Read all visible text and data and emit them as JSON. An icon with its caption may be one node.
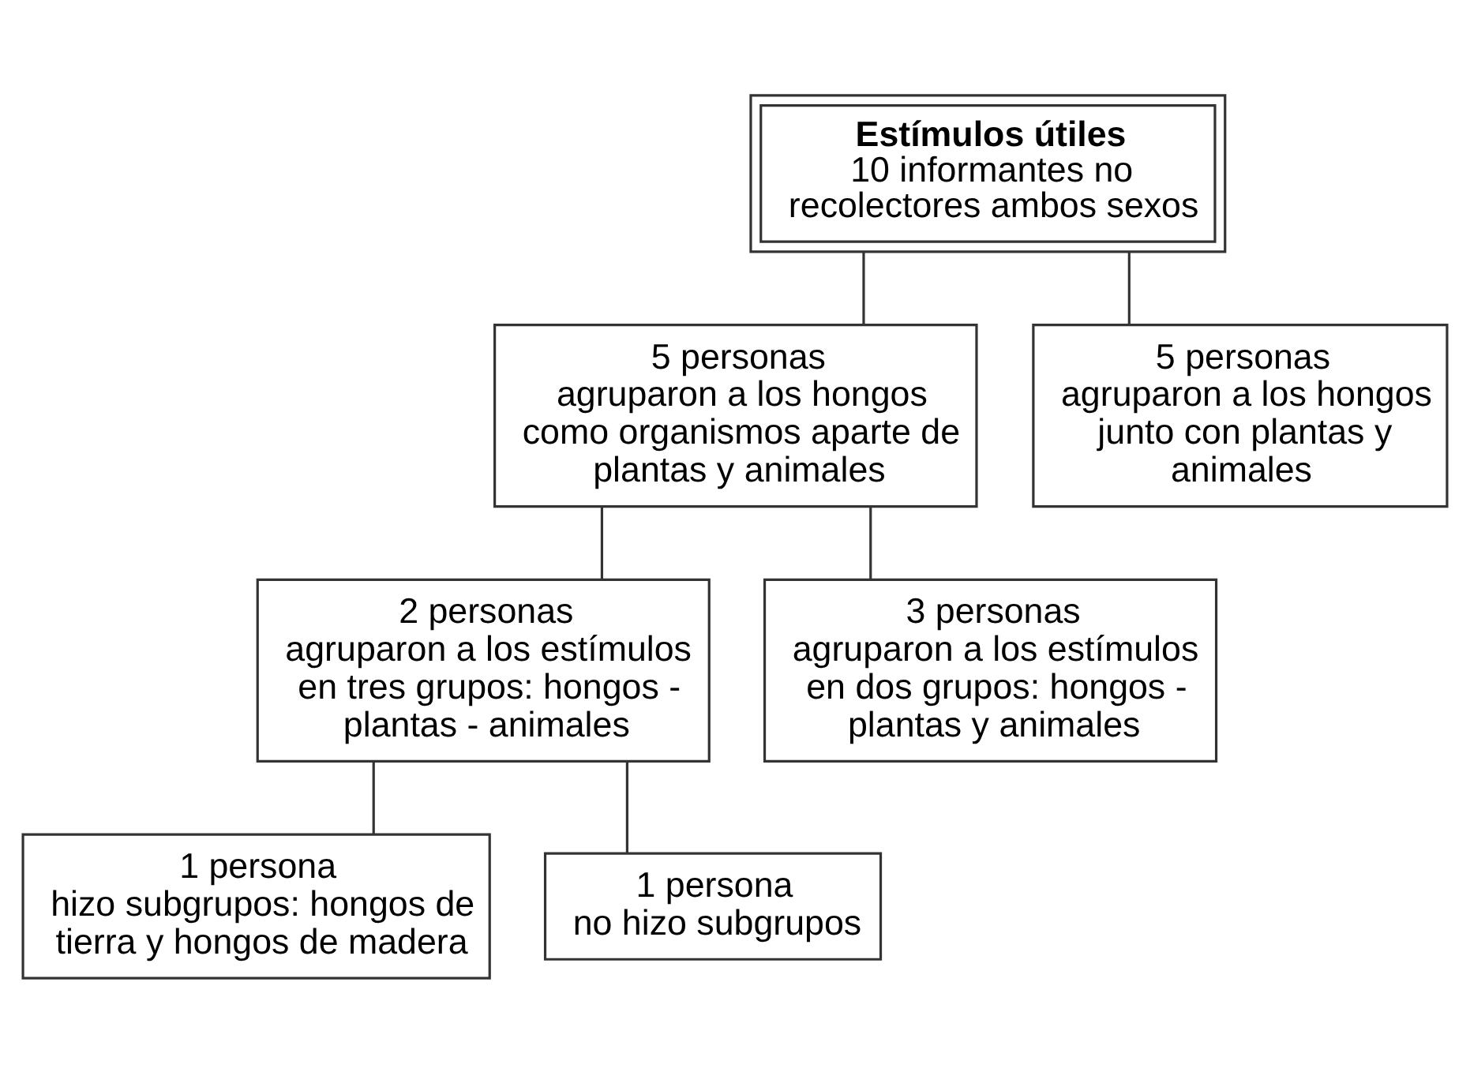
{
  "diagram": {
    "nodes": [
      {
        "text": [
          "Estímulos útiles",
          "10 informantes no recolectores ambos sexos"
        ]
      },
      {
        "text": [
          "5 personas",
          "agruparon a los hongos como organismos aparte de plantas y animales"
        ]
      },
      {
        "text": [
          "5 personas",
          "agruparon a los hongos junto con plantas y animales"
        ]
      },
      {
        "text": [
          "2 personas",
          "agruparon a los estímulos en tres grupos: hongos - plantas - animales"
        ]
      },
      {
        "text": [
          "3 personas",
          "agruparon a los estímulos en dos grupos: hongos - plantas y animales"
        ]
      },
      {
        "text": [
          "1 persona",
          "hizo subgrupos: hongos de tierra y hongos de madera"
        ]
      },
      {
        "text": [
          "1 persona",
          "no hizo subgrupos"
        ]
      }
    ],
    "edges": [
      {
        "from": 0,
        "to": 1,
        "arrow": "none"
      },
      {
        "from": 0,
        "to": 2,
        "arrow": "none"
      },
      {
        "from": 1,
        "to": 3,
        "arrow": "none"
      },
      {
        "from": 1,
        "to": 4,
        "arrow": "none"
      },
      {
        "from": 3,
        "to": 5,
        "arrow": "none"
      },
      {
        "from": 3,
        "to": 6,
        "arrow": "none"
      }
    ]
  }
}
